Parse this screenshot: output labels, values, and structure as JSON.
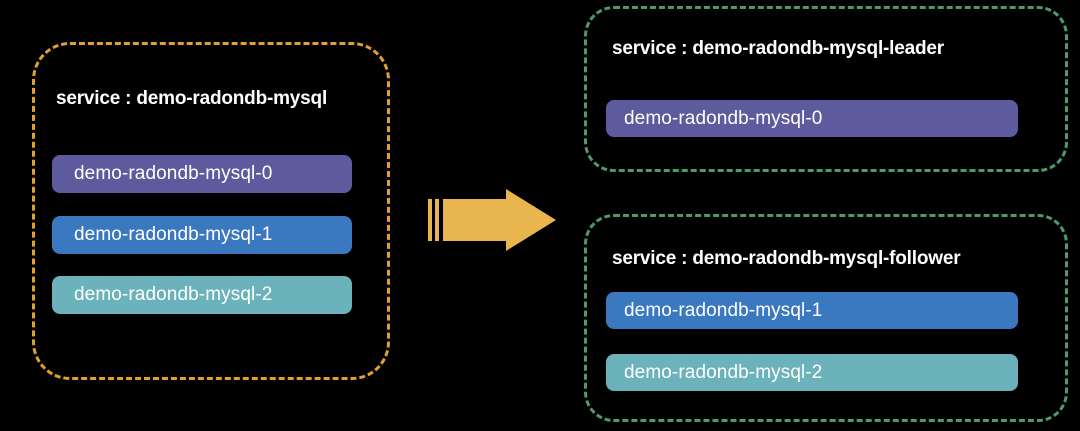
{
  "diagram": {
    "background_color": "#000000",
    "type": "service-split-diagram",
    "source_group": {
      "title": "service : demo-radondb-mysql",
      "border_color": "#e0a22c",
      "border_style": "dashed",
      "pods": [
        {
          "label": "demo-radondb-mysql-0",
          "color": "#5e5a9e"
        },
        {
          "label": "demo-radondb-mysql-1",
          "color": "#3a78bf"
        },
        {
          "label": "demo-radondb-mysql-2",
          "color": "#6cb2bb"
        }
      ]
    },
    "arrow": {
      "name": "transform-arrow",
      "color": "#e8b54e",
      "direction": "right"
    },
    "target_groups": [
      {
        "title": "service : demo-radondb-mysql-leader",
        "border_color": "#4e9a6a",
        "border_style": "dashed",
        "pods": [
          {
            "label": "demo-radondb-mysql-0",
            "color": "#5e5a9e"
          }
        ]
      },
      {
        "title": "service : demo-radondb-mysql-follower",
        "border_color": "#4e9a6a",
        "border_style": "dashed",
        "pods": [
          {
            "label": "demo-radondb-mysql-1",
            "color": "#3a78bf"
          },
          {
            "label": "demo-radondb-mysql-2",
            "color": "#6cb2bb"
          }
        ]
      }
    ]
  }
}
